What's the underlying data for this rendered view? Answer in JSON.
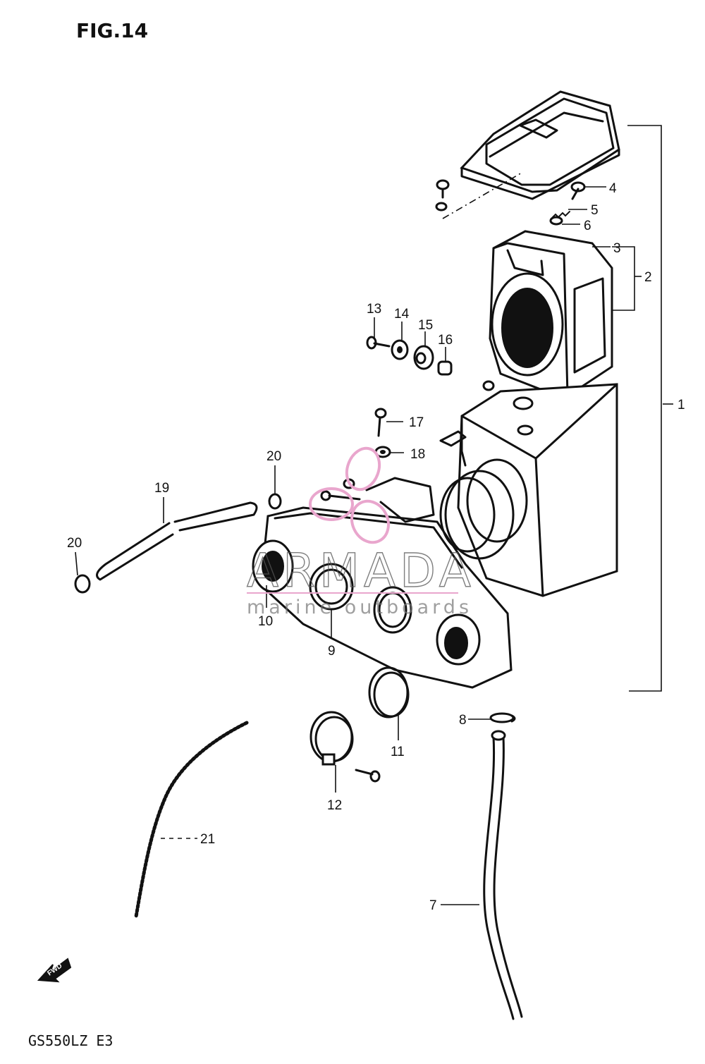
{
  "figure": {
    "title": "FIG.14",
    "model": "GS550LZ E3",
    "fwd_mark": "FWD"
  },
  "callouts": [
    "1",
    "2",
    "3",
    "4",
    "5",
    "6",
    "7",
    "8",
    "9",
    "10",
    "11",
    "12",
    "13",
    "14",
    "15",
    "16",
    "17",
    "18",
    "19",
    "20",
    "20",
    "21"
  ],
  "watermark": {
    "brand": "ARMADA",
    "tagline": "marine outboards",
    "logo_color": "#e9a6cd"
  }
}
